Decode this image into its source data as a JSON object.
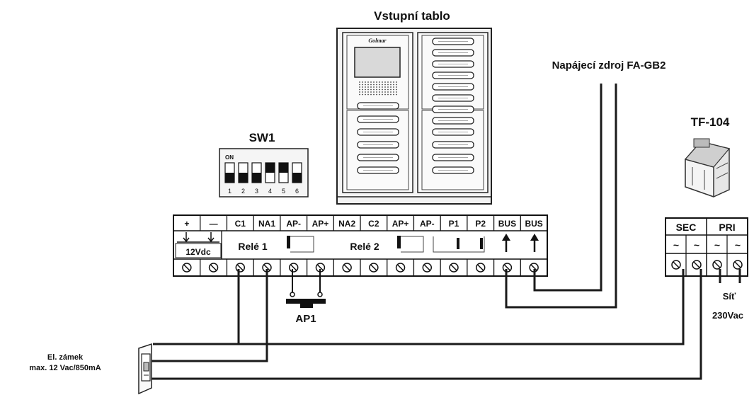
{
  "panel_title": "Vstupní tablo",
  "panel_brand": "Golmar",
  "power_supply_label": "Napájecí zdroj FA-GB2",
  "transformer_label": "TF-104",
  "sw1": {
    "label": "SW1",
    "on_label": "ON",
    "switch_numbers": [
      "1",
      "2",
      "3",
      "4",
      "5",
      "6"
    ],
    "switch_states_on": [
      false,
      false,
      false,
      true,
      true,
      false
    ]
  },
  "terminal_block": {
    "top_labels": [
      "+",
      "—",
      "C1",
      "NA1",
      "AP-",
      "AP+",
      "NA2",
      "C2",
      "AP+",
      "AP-",
      "P1",
      "P2",
      "BUS",
      "BUS"
    ],
    "power_label": "12Vdc",
    "relay1_label": "Relé 1",
    "relay2_label": "Relé 2"
  },
  "transformer_block": {
    "sec_label": "SEC",
    "pri_label": "PRI",
    "tilde": "~"
  },
  "ap1_label": "AP1",
  "mains_label": "Síť",
  "mains_voltage": "230Vac",
  "lock_label_line1": "El. zámek",
  "lock_label_line2": "max. 12 Vac/850mA"
}
